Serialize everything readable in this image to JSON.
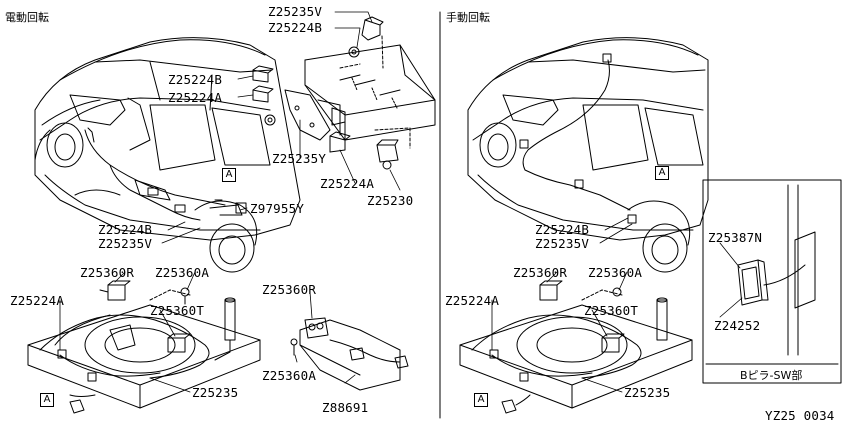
{
  "left_section": {
    "title": "電動回転"
  },
  "right_section": {
    "title": "手動回転"
  },
  "ref_marker": "A",
  "labels_left": {
    "z25235v": "Z25235V",
    "z25224b_top": "Z25224B",
    "z25224b_mid": "Z25224B",
    "z25224a_mid": "Z25224A",
    "z25235y": "Z25235Y",
    "z25224a_low": "Z25224A",
    "z25230": "Z25230",
    "z97955y": "Z97955Y",
    "z25224b_car": "Z25224B",
    "z25235v_car": "Z25235V",
    "z25360r": "Z25360R",
    "z25360a": "Z25360A",
    "z25224a_tray": "Z25224A",
    "z25360t": "Z25360T",
    "z25235": "Z25235",
    "z25360r_plate": "Z25360R",
    "z25360a_plate": "Z25360A",
    "z88691": "Z88691"
  },
  "labels_right": {
    "z25224b_car": "Z25224B",
    "z25235v_car": "Z25235V",
    "z25360r": "Z25360R",
    "z25360a": "Z25360A",
    "z25224a_tray": "Z25224A",
    "z25360t": "Z25360T",
    "z25235": "Z25235",
    "z25387n": "Z25387N",
    "z24252": "Z24252",
    "inset_caption": "Bピラ-SW部"
  },
  "figure_code": "YZ25 0034"
}
